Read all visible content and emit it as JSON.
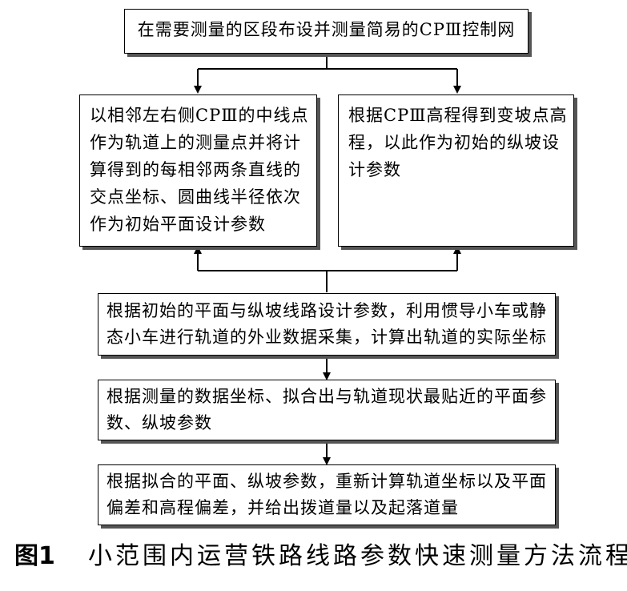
{
  "flowchart": {
    "top": "在需要测量的区段布设并测量简易的CPⅢ控制网",
    "left": [
      "以相邻左右侧CPⅢ的中线点",
      "作为轨道上的测量点并将计",
      "算得到的每相邻两条直线的",
      "交点坐标、圆曲线半径依次",
      "作为初始平面设计参数"
    ],
    "right": [
      "根据CPⅢ高程得到变坡点高",
      "程，以此作为初始的纵坡设",
      "计参数"
    ],
    "step3": [
      "根据初始的平面与纵坡线路设计参数，利用惯导小车或静",
      "态小车进行轨道的外业数据采集，计算出轨道的实际坐标"
    ],
    "step4": [
      "根据测量的数据坐标、拟合出与轨道现状最贴近的平面参",
      "数、纵坡参数"
    ],
    "step5": [
      "根据拟合的平面、纵坡参数，重新计算轨道坐标以及平面",
      "偏差和高程偏差，并给出拨道量以及起落道量"
    ]
  },
  "caption": {
    "figure": "图1",
    "title": "小范围内运营铁路线路参数快速测量方法流程"
  }
}
